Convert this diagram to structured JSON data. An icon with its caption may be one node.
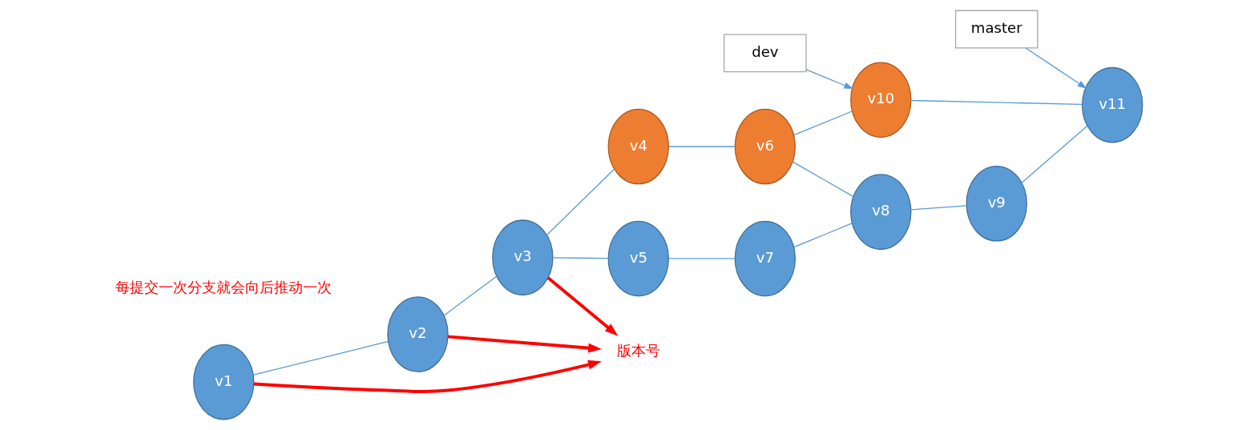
{
  "diagram": {
    "nodes": [
      {
        "text": [
          "master"
        ]
      },
      {
        "text": [
          "v1"
        ]
      },
      {
        "text": [
          "v2"
        ]
      },
      {
        "text": [
          "v3"
        ]
      },
      {
        "text": [
          "v5"
        ]
      },
      {
        "text": [
          "v7"
        ]
      },
      {
        "text": [
          "v8"
        ]
      },
      {
        "text": [
          "v9"
        ]
      },
      {
        "text": [
          "v11"
        ]
      },
      {
        "text": [
          "v4"
        ]
      },
      {
        "text": [
          "v6"
        ]
      },
      {
        "text": [
          "v10"
        ]
      },
      {
        "text": [
          "版本号"
        ]
      },
      {
        "text": [
          "dev"
        ]
      }
    ],
    "edges": [
      {
        "from": 1,
        "to": 2,
        "arrow": "none"
      },
      {
        "from": 2,
        "to": 3,
        "arrow": "none"
      },
      {
        "from": 3,
        "to": 4,
        "arrow": "none"
      },
      {
        "from": 3,
        "to": 9,
        "arrow": "none"
      },
      {
        "from": 4,
        "to": 5,
        "arrow": "none"
      },
      {
        "from": 5,
        "to": 6,
        "arrow": "none"
      },
      {
        "from": 6,
        "to": 7,
        "arrow": "none"
      },
      {
        "from": 7,
        "to": 8,
        "arrow": "none"
      },
      {
        "from": 9,
        "to": 10,
        "arrow": "none"
      },
      {
        "from": 10,
        "to": 6,
        "arrow": "none"
      },
      {
        "from": 10,
        "to": 11,
        "arrow": "none"
      },
      {
        "from": 11,
        "to": 8,
        "arrow": "none"
      },
      {
        "from": 0,
        "to": 8,
        "arrow": "to"
      },
      {
        "from": 13,
        "to": 11,
        "arrow": "to"
      },
      {
        "from": 1,
        "to": 12,
        "arrow": "to",
        "style": "thick",
        "color": "#ff0000"
      },
      {
        "from": 2,
        "to": 12,
        "arrow": "to",
        "style": "thick",
        "color": "#ff0000"
      },
      {
        "from": 3,
        "to": 12,
        "arrow": "to",
        "style": "thick",
        "color": "#ff0000"
      }
    ],
    "labels": [
      "每提交一次分支就会向后推动一次"
    ]
  }
}
